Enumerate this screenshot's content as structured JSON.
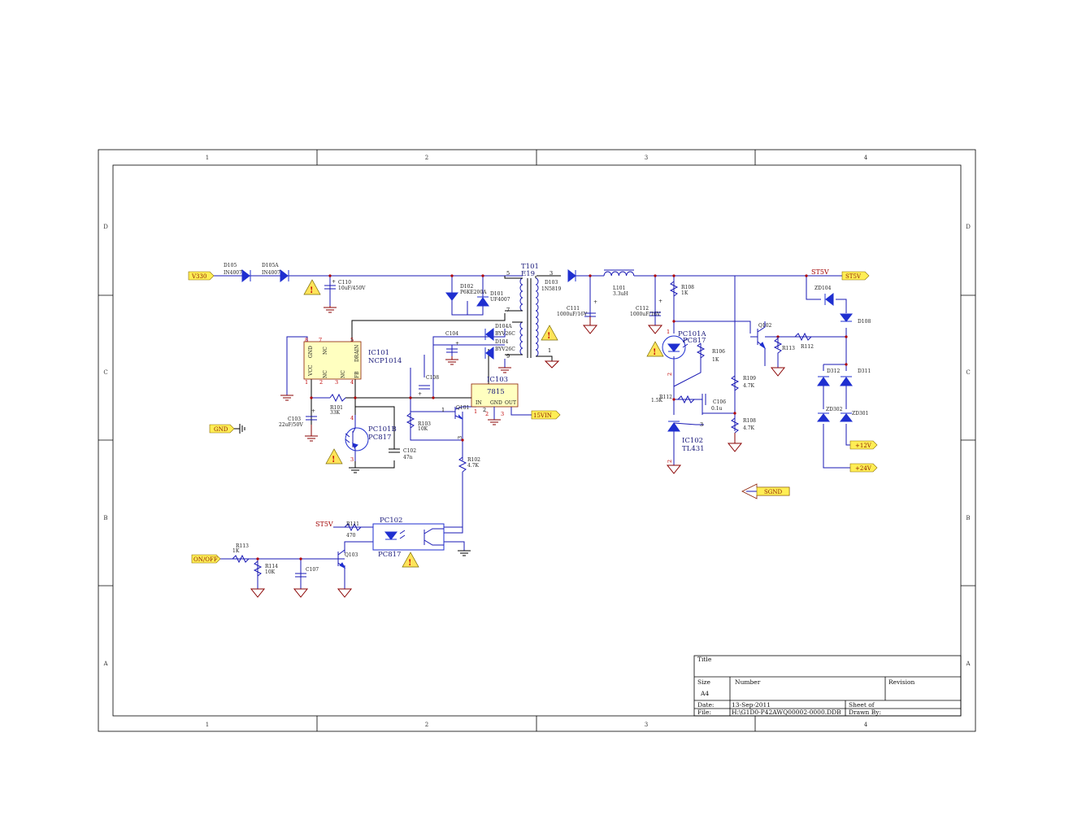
{
  "frame": {
    "columns": [
      "1",
      "2",
      "3",
      "4"
    ],
    "rows": [
      "D",
      "C",
      "B",
      "A"
    ]
  },
  "ports": {
    "v330": "V330",
    "gnd": "GND",
    "st5v_right": "ST5V",
    "sgnd": "SGND",
    "v15vin": "15VIN",
    "v12": "+12V",
    "v24": "+24V",
    "onoff": "ON/OFF"
  },
  "net_labels": {
    "st5v_top": "ST5V",
    "st5v_left": "ST5V"
  },
  "components": {
    "d105": {
      "ref": "D105",
      "value": "IN4007"
    },
    "d105a": {
      "ref": "D105A",
      "value": "IN4007"
    },
    "c110": {
      "ref": "C110",
      "value": "10uF/450V"
    },
    "d102": {
      "ref": "D102",
      "value": "P6KE200A"
    },
    "d101": {
      "ref": "D101",
      "value": "UF4007"
    },
    "t101": {
      "ref": "T101",
      "value": "E19"
    },
    "d103": {
      "ref": "D103",
      "value": "1N5819"
    },
    "d104a": {
      "ref": "D104A",
      "value": "BYV26C"
    },
    "d104": {
      "ref": "D104",
      "value": "BYV26C"
    },
    "c104": {
      "ref": "C104"
    },
    "c108": {
      "ref": "C108"
    },
    "ic101": {
      "ref": "IC101",
      "value": "NCP1014",
      "pins": {
        "gnd": "GND",
        "nc_top": "NC",
        "drain": "DRAIN",
        "vcc": "VCC",
        "nc1": "NC",
        "nc2": "NC",
        "fb": "FB"
      }
    },
    "r101": {
      "ref": "R101",
      "value": "33K"
    },
    "c103": {
      "ref": "C103",
      "value": "22uF/50V"
    },
    "pc101b": {
      "ref": "PC101B",
      "value": "PC817"
    },
    "c102": {
      "ref": "C102",
      "value": "47n"
    },
    "r103": {
      "ref": "R103",
      "value": "10K"
    },
    "q101": {
      "ref": "Q101"
    },
    "ic103": {
      "ref": "IC103",
      "value": "7815",
      "pins": {
        "in": "IN",
        "gnd": "GND",
        "out": "OUT"
      }
    },
    "r102": {
      "ref": "R102",
      "value": "4.7K"
    },
    "l101": {
      "ref": "L101",
      "value": "3.3uH"
    },
    "c111": {
      "ref": "C111",
      "value": "1000uF/16V"
    },
    "c112": {
      "ref": "C112",
      "value": "1000uF/16V"
    },
    "r108_top": {
      "ref": "R108",
      "value": "1K"
    },
    "pc101a": {
      "ref": "PC101A",
      "value": "PC817"
    },
    "r106": {
      "ref": "R106",
      "value": "1K"
    },
    "r112": {
      "ref": "R112",
      "value": "1.5K"
    },
    "c106": {
      "ref": "C106",
      "value": "0.1u"
    },
    "ic102": {
      "ref": "IC102",
      "value": "TL431"
    },
    "r109": {
      "ref": "R109",
      "value": "4.7K"
    },
    "r108_bot": {
      "ref": "R108",
      "value": "4.7K"
    },
    "q102": {
      "ref": "Q102"
    },
    "r113_right": {
      "ref": "R113"
    },
    "r112_right": {
      "ref": "R112"
    },
    "zd104": {
      "ref": "ZD104"
    },
    "d108": {
      "ref": "D108"
    },
    "d312": {
      "ref": "D312"
    },
    "d311": {
      "ref": "D311"
    },
    "zd302": {
      "ref": "ZD302"
    },
    "zd301": {
      "ref": "ZD301"
    },
    "pc102": {
      "ref": "PC102",
      "value": "PC817"
    },
    "r111": {
      "ref": "R111",
      "value": "470"
    },
    "r113_left": {
      "ref": "R113",
      "value": "1K"
    },
    "r114": {
      "ref": "R114",
      "value": "10K"
    },
    "c107": {
      "ref": "C107"
    },
    "q103": {
      "ref": "Q103"
    }
  },
  "pin_numbers": {
    "t5": "5",
    "t7": "7",
    "t9": "9",
    "t3": "3",
    "t1": "1",
    "ic8": "8",
    "ic7": "7",
    "ic5": "5",
    "ic1": "1",
    "ic2": "2",
    "ic3": "3",
    "ic4": "4",
    "pcb4": "4",
    "pcb3": "3",
    "q1": "1",
    "q2": "2",
    "q3": "3",
    "ic103_1": "1",
    "ic103_2": "2",
    "ic103_3": "3",
    "pca1": "1",
    "pca2": "2",
    "ic102_3": "3",
    "ic102_2": "2"
  },
  "title_block": {
    "title_label": "Title",
    "size_label": "Size",
    "size_value": "A4",
    "number_label": "Number",
    "revision_label": "Revision",
    "date_label": "Date:",
    "date_value": "13-Sep-2011",
    "sheet_label": "Sheet    of",
    "file_label": "File:",
    "file_value": "H:\\G1D0-P42AWQ00002-0000.DDB",
    "drawn_label": "Drawn By:"
  },
  "colors": {
    "wire": "#1a1ab4",
    "component": "#1f2fd0",
    "port_fill": "#ffee55",
    "junction": "#b00000",
    "ground": "#8a0000"
  }
}
